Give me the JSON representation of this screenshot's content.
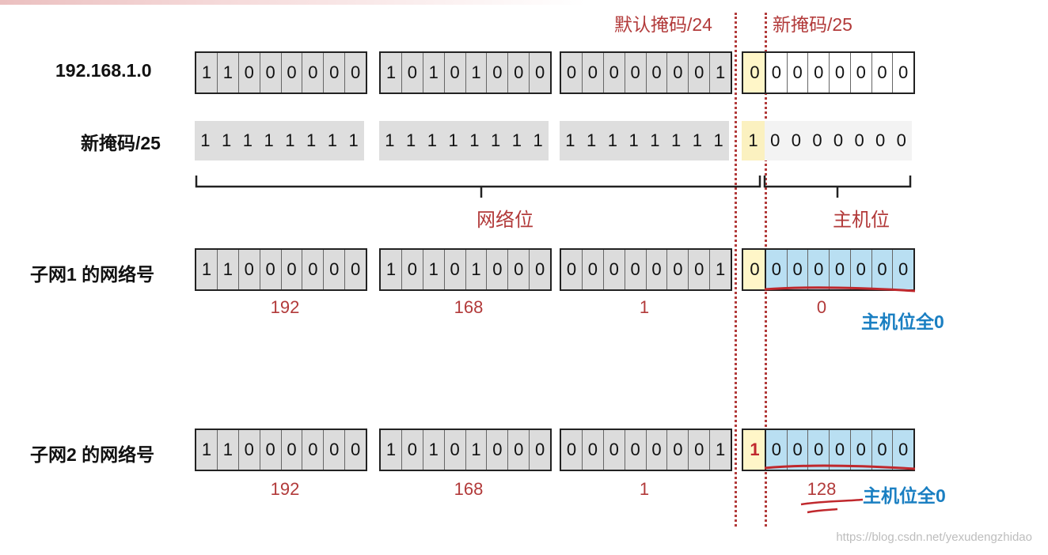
{
  "labels": {
    "default_mask": "默认掩码/24",
    "new_mask_top": "新掩码/25",
    "network_bits": "网络位",
    "host_bits": "主机位",
    "host_all_zero": "主机位全0"
  },
  "rows": [
    {
      "label": "192.168.1.0",
      "style": "boxed",
      "octets": [
        {
          "bits": [
            "1",
            "1",
            "0",
            "0",
            "0",
            "0",
            "0",
            "0"
          ]
        },
        {
          "bits": [
            "1",
            "0",
            "1",
            "0",
            "1",
            "0",
            "0",
            "0"
          ]
        },
        {
          "bits": [
            "0",
            "0",
            "0",
            "0",
            "0",
            "0",
            "0",
            "1"
          ]
        }
      ],
      "split_bit": "0",
      "host_bits": [
        "0",
        "0",
        "0",
        "0",
        "0",
        "0",
        "0"
      ]
    },
    {
      "label": "新掩码/25",
      "style": "shaded",
      "octets": [
        {
          "bits": [
            "1",
            "1",
            "1",
            "1",
            "1",
            "1",
            "1",
            "1"
          ]
        },
        {
          "bits": [
            "1",
            "1",
            "1",
            "1",
            "1",
            "1",
            "1",
            "1"
          ]
        },
        {
          "bits": [
            "1",
            "1",
            "1",
            "1",
            "1",
            "1",
            "1",
            "1"
          ]
        }
      ],
      "split_bit": "1",
      "host_bits": [
        "0",
        "0",
        "0",
        "0",
        "0",
        "0",
        "0"
      ]
    },
    {
      "label": "子网1 的网络号",
      "style": "boxed",
      "octets": [
        {
          "bits": [
            "1",
            "1",
            "0",
            "0",
            "0",
            "0",
            "0",
            "0"
          ],
          "decimal": "192"
        },
        {
          "bits": [
            "1",
            "0",
            "1",
            "0",
            "1",
            "0",
            "0",
            "0"
          ],
          "decimal": "168"
        },
        {
          "bits": [
            "0",
            "0",
            "0",
            "0",
            "0",
            "0",
            "0",
            "1"
          ],
          "decimal": "1"
        }
      ],
      "split_bit": "0",
      "host_bits": [
        "0",
        "0",
        "0",
        "0",
        "0",
        "0",
        "0"
      ],
      "last_decimal": "0"
    },
    {
      "label": "子网2 的网络号",
      "style": "boxed",
      "octets": [
        {
          "bits": [
            "1",
            "1",
            "0",
            "0",
            "0",
            "0",
            "0",
            "0"
          ],
          "decimal": "192"
        },
        {
          "bits": [
            "1",
            "0",
            "1",
            "0",
            "1",
            "0",
            "0",
            "0"
          ],
          "decimal": "168"
        },
        {
          "bits": [
            "0",
            "0",
            "0",
            "0",
            "0",
            "0",
            "0",
            "1"
          ],
          "decimal": "1"
        }
      ],
      "split_bit": "1",
      "host_bits": [
        "0",
        "0",
        "0",
        "0",
        "0",
        "0",
        "0"
      ],
      "last_decimal": "128"
    }
  ],
  "watermark": "https://blog.csdn.net/yexudengzhidao",
  "colors": {
    "annotation_red": "#b23a3a",
    "annotation_blue": "#1a7fc2",
    "host_highlight": "#b9dff2",
    "split_highlight": "#fff6c8",
    "cell_gray": "#dcdcdc"
  }
}
